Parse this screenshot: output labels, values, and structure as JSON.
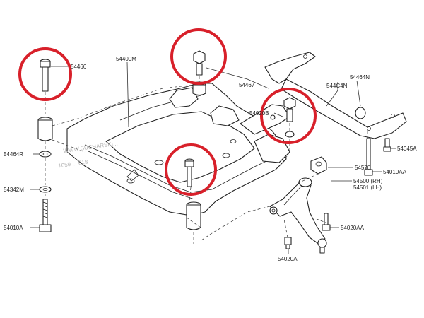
{
  "labels": {
    "p54466": "54466",
    "p54400M": "54400M",
    "p54467": "54467",
    "p544C4N": "544C4N",
    "p54464N": "54464N",
    "p54020B": "54020B",
    "p54464R": "54464R",
    "p54570": "54570",
    "p54045A": "54045A",
    "p54010AA": "54010AA",
    "p54342M": "54342M",
    "p54500": "54500 (RH)",
    "p54501": "54501 (LH)",
    "p54010A": "54010A",
    "p54020AA": "54020AA",
    "p54020A": "54020A"
  },
  "watermark": {
    "line1": "WWW.SUCHARSKI...",
    "line2": "1659 ... 018"
  },
  "colors": {
    "highlight_circle": "#d8202a",
    "line": "#333333"
  }
}
